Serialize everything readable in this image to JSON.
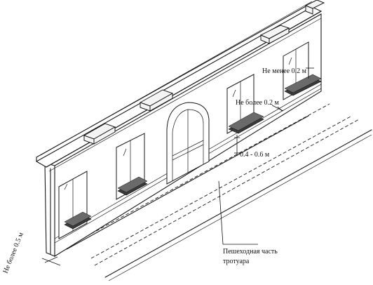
{
  "labels": {
    "min_gap": "Не менее 0.2 м",
    "max_gap": "Не более 0.2 м",
    "height_range": "0.4 - 0.6 м",
    "edge_gap": "Не более 0.5 м",
    "sidewalk_line1": "Пешеходная часть",
    "sidewalk_line2": "тротуара"
  }
}
